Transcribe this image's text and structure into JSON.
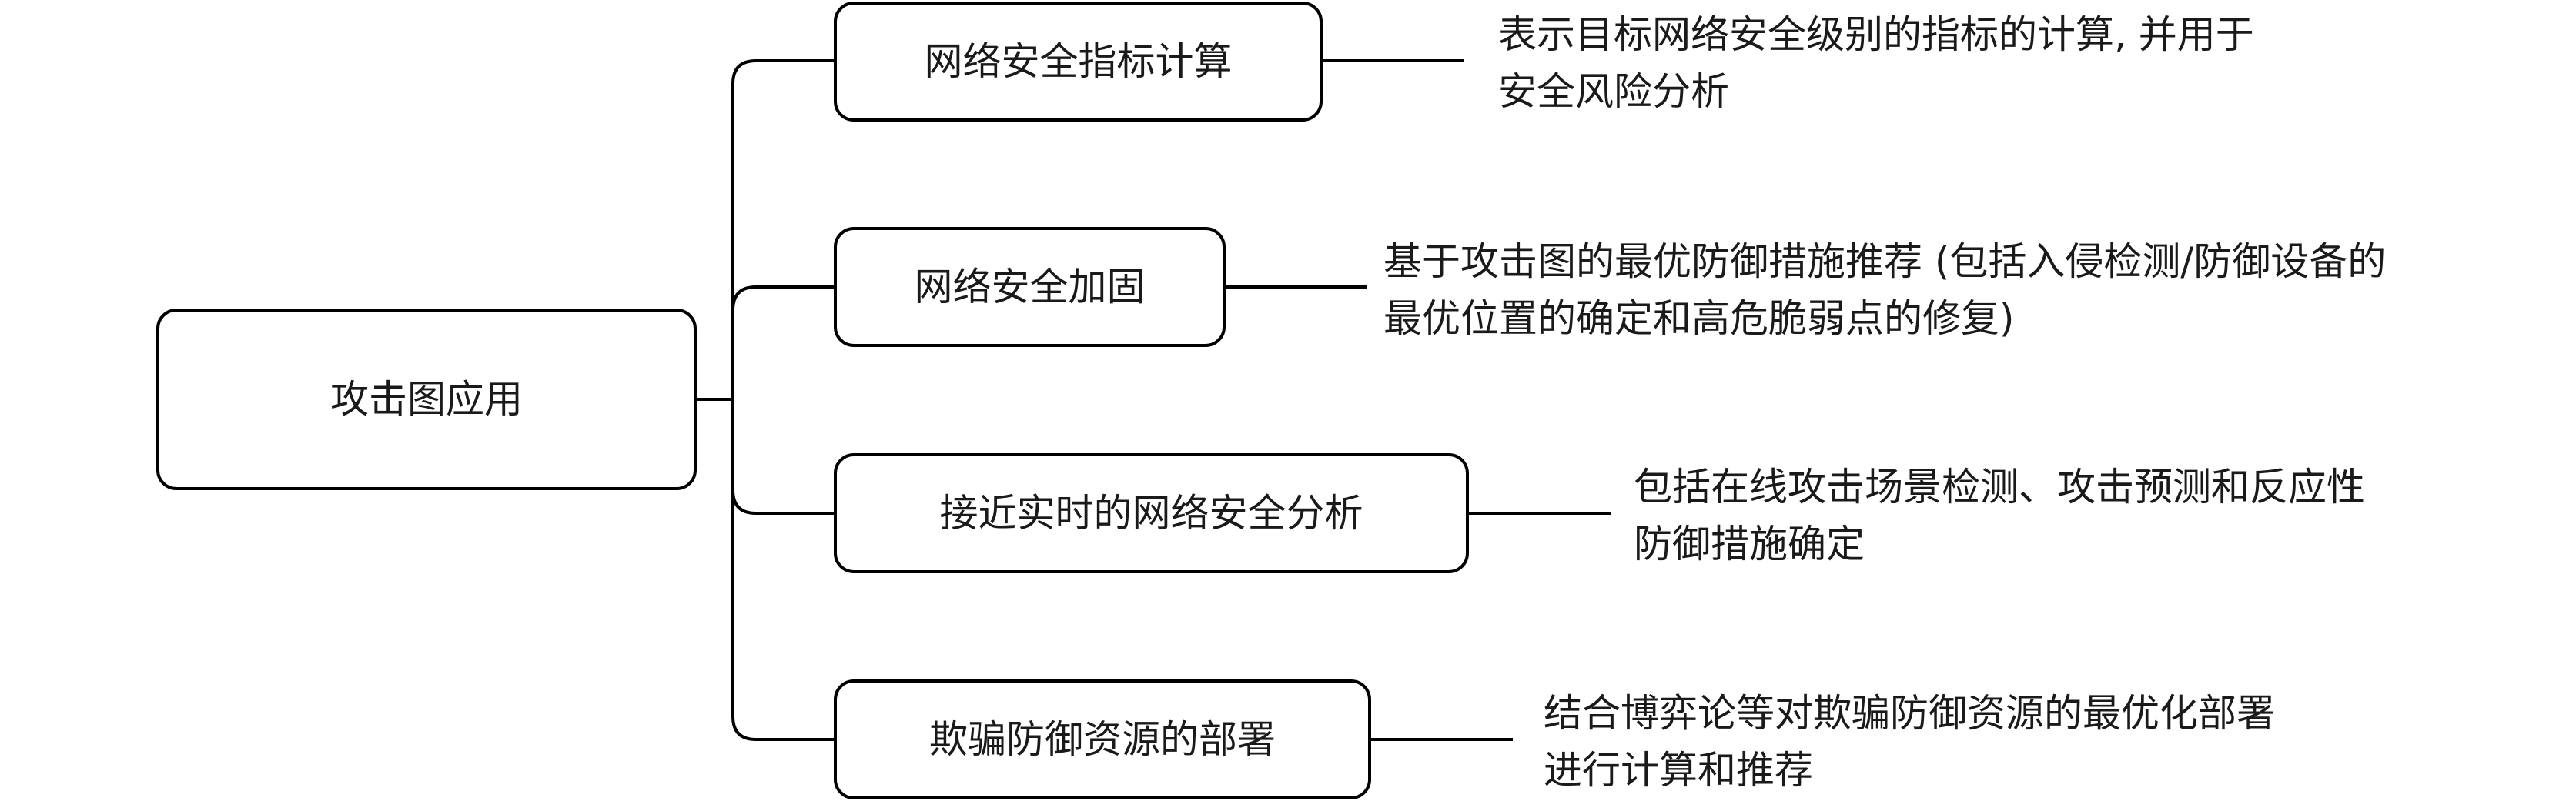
{
  "root": {
    "label": "攻击图应用"
  },
  "branches": [
    {
      "label": "网络安全指标计算",
      "description": [
        "表示目标网络安全级别的指标的计算, 并用于",
        "安全风险分析"
      ]
    },
    {
      "label": "网络安全加固",
      "description": [
        "基于攻击图的最优防御措施推荐 (包括入侵检测/防御设备的",
        "最优位置的确定和高危脆弱点的修复)"
      ]
    },
    {
      "label": "接近实时的网络安全分析",
      "description": [
        "包括在线攻击场景检测、攻击预测和反应性",
        "防御措施确定"
      ]
    },
    {
      "label": "欺骗防御资源的部署",
      "description": [
        "结合博弈论等对欺骗防御资源的最优化部署",
        "进行计算和推荐"
      ]
    }
  ]
}
